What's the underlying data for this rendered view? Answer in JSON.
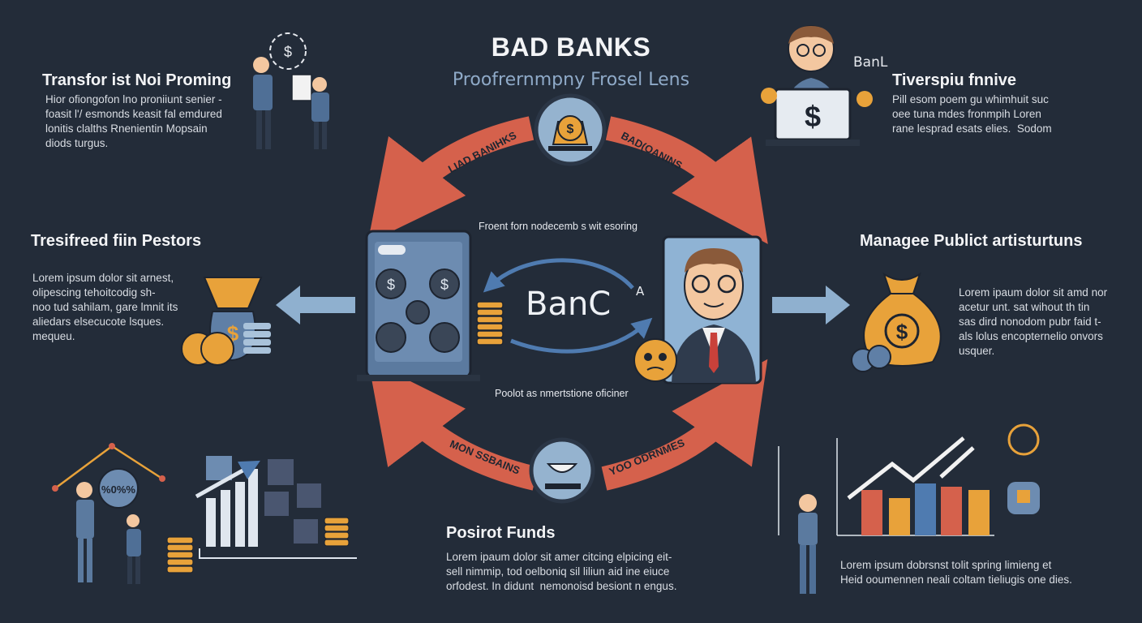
{
  "header": {
    "title": "BAD BANKS",
    "subtitle": "Proofrernmpny Frosel Lens"
  },
  "top_left": {
    "heading": "Transfor ist Noi Proming",
    "body": "Hior ofiongofon lno proniiunt senier -\nfoasit l'/ esmonds keasit fal emdured\nlonitis clalths Rnenientin Mopsain\ndiods turgus."
  },
  "top_right": {
    "heading": "Tiverspiu fnnive",
    "body": "Pill esom poem gu whimhuit suc\noee tuna mdes fronmpih Loren\nrane lesprad esats elies.  Sodom"
  },
  "middle_left": {
    "heading": "Tresifreed fiin Pestors",
    "body": "Lorem ipsum dolor sit arnest,\nolipescing tehoitcodig sh-\nnoo tud sahilam, gare lmnit its\naliedars elsecucote lsques.\nmequeu."
  },
  "middle_right": {
    "heading": "Managee Publict artisturtuns",
    "body": "Lorem ipaum dolor sit amd nor\nacetur unt. sat wihout th tin\nsas dird nonodom pubr faid t-\nals lolus encopternelio onvors\nusquer."
  },
  "bottom_center": {
    "heading": "Posirot Funds",
    "body": "Lorem ipaum dolor sit amer citcing elpicing eit-\nsell nimmip, tod oelboniq sil liliun aid ine eiuce\norfodest. In didunt  nemonoisd besiont n engus."
  },
  "bottom_right": {
    "body": "Lorem ipsum dobrsnst tolit spring limieng et\nHeid ooumennen neali coltam tieliugis one dies."
  },
  "center": {
    "caption_top": "Froent forn nodecemb s wit esoring",
    "caption_bottom": "Poolot as nmertstione oficiner",
    "bank_label": "BanC",
    "bank_label_right": "A",
    "arrow_labels": {
      "top_left": "LIAD BANIHKS",
      "top_right": "BAD(OANINS",
      "bottom_left": "MON SSBAINS",
      "bottom_right": "YOO ODRNMES"
    },
    "laptop_tag": "BanL"
  },
  "chart_bottom_left": {
    "percent_label": "%0%%"
  },
  "colors": {
    "background": "#232c39",
    "arrow_red": "#d5614c",
    "steel_blue": "#4f6f96",
    "gold": "#e8a23a",
    "light_bar": "#dfe6ee"
  },
  "icons": [
    "dollar-icon",
    "money-bag-icon",
    "coin-stack-icon",
    "bar-chart-icon",
    "lightbulb-icon",
    "arrow-left-icon",
    "arrow-right-icon",
    "person-icon",
    "laptop-icon"
  ]
}
